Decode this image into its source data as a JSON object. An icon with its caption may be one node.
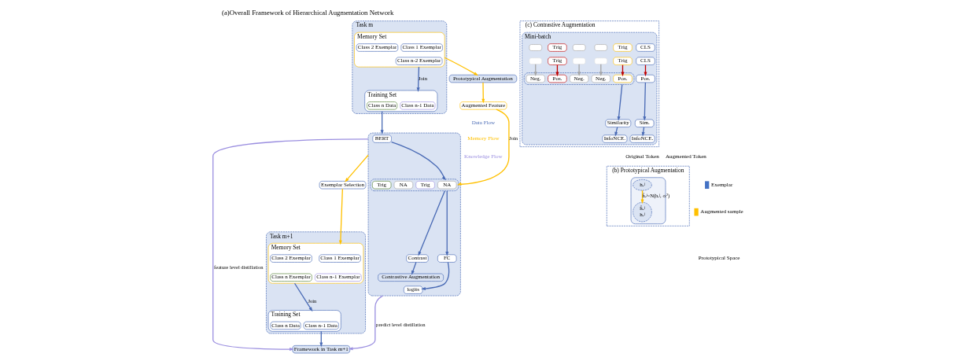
{
  "diagram": {
    "title": "(a)Overall Framework of Hierarchical Augmentation Network",
    "nodes": [
      {
        "text": [
          "Task m"
        ]
      },
      {
        "text": [
          "Memory Set"
        ],
        "in": 0
      },
      {
        "text": [
          "Class 1 Exemplar"
        ],
        "in": 1
      },
      {
        "text": [
          "Class 2 Exemplar"
        ],
        "in": 1
      },
      {
        "text": [
          "Class n-2 Exemplar"
        ],
        "in": 1
      },
      {
        "text": [
          "Training Set"
        ],
        "in": 0
      },
      {
        "text": [
          "Class n-1 Data"
        ],
        "in": 5
      },
      {
        "text": [
          "Class n Data"
        ],
        "in": 5
      },
      {
        "text": [
          "Task m+1"
        ]
      },
      {
        "text": [
          "Memory Set"
        ],
        "in": 8
      },
      {
        "text": [
          "Class 1 Exemplar"
        ],
        "in": 9
      },
      {
        "text": [
          "Class 2 Exemplar"
        ],
        "in": 9
      },
      {
        "text": [
          "Class n-1 Exemplar"
        ],
        "in": 9
      },
      {
        "text": [
          "Class n Exemplar"
        ],
        "in": 9
      },
      {
        "text": [
          "Training Set"
        ],
        "in": 8
      },
      {
        "text": [
          "Class n-1 Data"
        ],
        "in": 14
      },
      {
        "text": [
          "Class n Data"
        ],
        "in": 14
      },
      {
        "text": [
          "Prototypical Augmentation"
        ]
      },
      {
        "text": [
          "Augmented Feature"
        ]
      },
      {
        "text": [],
        "shape": "box"
      },
      {
        "text": [
          "BERT"
        ],
        "in": 19
      },
      {
        "text": [],
        "shape": "box",
        "in": 19
      },
      {
        "text": [
          "NA"
        ],
        "in": 21
      },
      {
        "text": [
          "Trig"
        ],
        "in": 21
      },
      {
        "text": [
          "NA"
        ],
        "in": 21
      },
      {
        "text": [
          "Trig"
        ],
        "in": 21
      },
      {
        "text": [
          "Contrast"
        ],
        "in": 19
      },
      {
        "text": [
          "FC"
        ],
        "in": 19
      },
      {
        "text": [
          "Contrastive Augmentation"
        ],
        "in": 19
      },
      {
        "text": [
          "logits"
        ],
        "in": 19
      },
      {
        "text": [
          "Exemplar Selection"
        ]
      },
      {
        "text": [
          "Framework in Task m+1"
        ]
      },
      {
        "text": [
          "(c) Contrastive Augmentation"
        ]
      },
      {
        "text": [
          "Mini-batch"
        ],
        "in": 32
      },
      {
        "text": [
          "CLS"
        ],
        "in": 33
      },
      {
        "text": [
          "Trig"
        ],
        "in": 33
      },
      {
        "text": [],
        "shape": "box",
        "in": 33
      },
      {
        "text": [],
        "shape": "box",
        "in": 33
      },
      {
        "text": [
          "Trig"
        ],
        "in": 33
      },
      {
        "text": [],
        "shape": "box",
        "in": 33
      },
      {
        "text": [
          "CLS"
        ],
        "in": 33
      },
      {
        "text": [
          "Trig"
        ],
        "in": 33
      },
      {
        "text": [],
        "shape": "box",
        "in": 33
      },
      {
        "text": [],
        "shape": "box",
        "in": 33
      },
      {
        "text": [
          "Trig"
        ],
        "in": 33
      },
      {
        "text": [],
        "shape": "box",
        "in": 33
      },
      {
        "text": [
          "Pos."
        ],
        "in": 33
      },
      {
        "text": [],
        "shape": "box",
        "in": 33
      },
      {
        "text": [
          "Pos."
        ],
        "in": 47
      },
      {
        "text": [
          "Neg."
        ],
        "in": 47
      },
      {
        "text": [
          "Neg."
        ],
        "in": 47
      },
      {
        "text": [
          "Pos."
        ],
        "in": 47
      },
      {
        "text": [
          "Neg."
        ],
        "in": 47
      },
      {
        "text": [
          "Sim."
        ],
        "in": 33
      },
      {
        "text": [
          "Similarity"
        ],
        "in": 33
      },
      {
        "text": [
          "InfoNCE."
        ],
        "in": 33
      },
      {
        "text": [
          "InfoNCE."
        ],
        "in": 33
      },
      {
        "text": [
          "(b) Prototypical Augmentation"
        ]
      },
      {
        "text": [],
        "shape": "box",
        "in": 57
      },
      {
        "text": [
          "hₑʲ"
        ],
        "in": 58
      },
      {
        "text": [
          "ĥₑʲ",
          "hₑʲ"
        ],
        "in": 58
      }
    ],
    "edges": [
      {
        "from": 1,
        "to": 5,
        "arrow": "to",
        "label": "Join"
      },
      {
        "from": 9,
        "to": 14,
        "arrow": "to",
        "label": "Join"
      },
      {
        "from": 1,
        "to": 17,
        "arrow": "to",
        "color": "#ffc000"
      },
      {
        "from": 17,
        "to": 18,
        "arrow": "to",
        "color": "#ffc000"
      },
      {
        "from": 5,
        "to": 19,
        "arrow": "to"
      },
      {
        "from": 18,
        "to": 21,
        "arrow": "to",
        "label": "Join",
        "color": "#ffc000"
      },
      {
        "from": 20,
        "to": 21,
        "arrow": "to"
      },
      {
        "from": 21,
        "to": 26,
        "arrow": "to"
      },
      {
        "from": 21,
        "to": 27,
        "arrow": "to"
      },
      {
        "from": 26,
        "to": 28,
        "arrow": "to"
      },
      {
        "from": 27,
        "to": 29,
        "arrow": "to"
      },
      {
        "from": 19,
        "to": 30,
        "arrow": "to",
        "color": "#ffc000"
      },
      {
        "from": 30,
        "to": 9,
        "arrow": "to",
        "color": "#ffc000"
      },
      {
        "from": 14,
        "to": 31,
        "arrow": "to"
      },
      {
        "from": 19,
        "to": 31,
        "arrow": "to",
        "label": "feature level distillation",
        "color": "#9b8fe0"
      },
      {
        "from": 19,
        "to": 31,
        "arrow": "to",
        "label": "predict level distillation",
        "color": "#9b8fe0"
      },
      {
        "from": 40,
        "to": 46,
        "arrow": "to",
        "color": "#c00000"
      },
      {
        "from": 41,
        "to": 48,
        "arrow": "to",
        "color": "#c00000"
      },
      {
        "from": 42,
        "to": 49,
        "arrow": "to",
        "color": "#a6a6a6"
      },
      {
        "from": 43,
        "to": 50,
        "arrow": "to",
        "color": "#a6a6a6"
      },
      {
        "from": 44,
        "to": 51,
        "arrow": "to",
        "color": "#c00000"
      },
      {
        "from": 45,
        "to": 52,
        "arrow": "to",
        "color": "#a6a6a6"
      },
      {
        "from": 46,
        "to": 53,
        "arrow": "to"
      },
      {
        "from": 47,
        "to": 54,
        "arrow": "to"
      },
      {
        "from": 53,
        "to": 55,
        "arrow": "to"
      },
      {
        "from": 54,
        "to": 56,
        "arrow": "to"
      },
      {
        "from": 59,
        "to": 60,
        "arrow": "to",
        "label": "ĥₑʲ~N(hₑʲ, σᵢ²)",
        "color": "#ffc000"
      }
    ],
    "legend": [
      {
        "text": "Data Flow"
      },
      {
        "text": "Memory Flow"
      },
      {
        "text": "Knowledge Flow"
      },
      {
        "text": "Original Token"
      },
      {
        "text": "Augmented Token"
      },
      {
        "text": "Exemplar",
        "color": "#4472c4"
      },
      {
        "text": "Augmented sample",
        "color": "#ffc000"
      },
      {
        "text": "Prototypical Space"
      }
    ]
  }
}
